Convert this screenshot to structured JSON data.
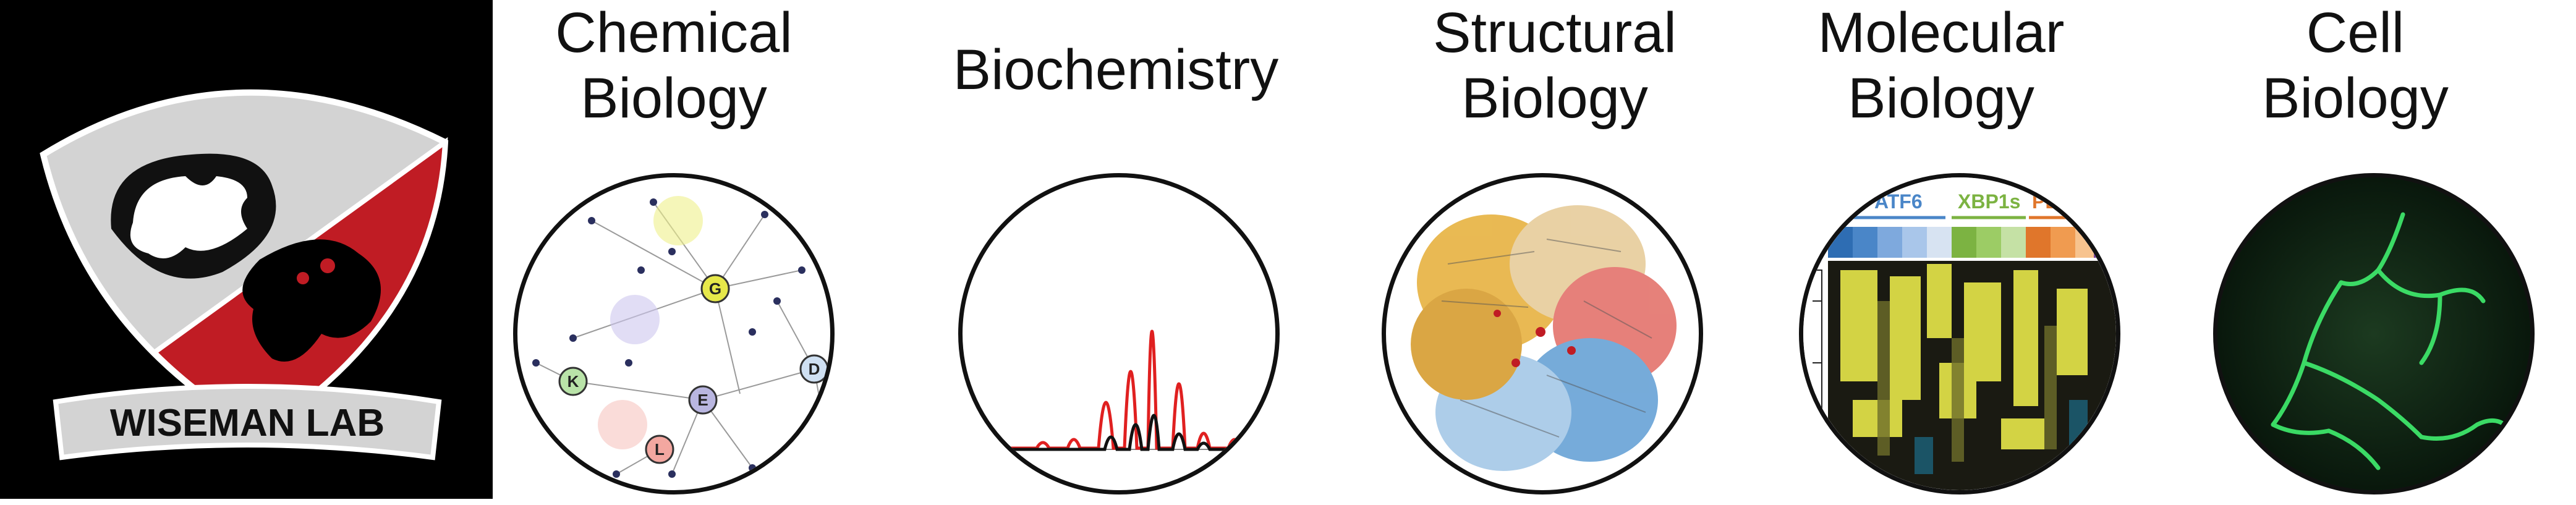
{
  "logo": {
    "banner_text": "WISEMAN LAB"
  },
  "sections": [
    {
      "title_lines": [
        "Chemical",
        "Biology"
      ]
    },
    {
      "title_lines": [
        "Biochemistry"
      ]
    },
    {
      "title_lines": [
        "Structural",
        "Biology"
      ]
    },
    {
      "title_lines": [
        "Molecular",
        "Biology"
      ]
    },
    {
      "title_lines": [
        "Cell",
        "Biology"
      ]
    }
  ],
  "chemical": {
    "node_labels": [
      "G",
      "K",
      "E",
      "L",
      "D"
    ]
  },
  "heatmap": {
    "groups": [
      "ATF6",
      "XBP1s",
      "PERK"
    ],
    "group_colors": [
      "#4a86c8",
      "#7cb342",
      "#e0762b"
    ]
  },
  "colors": {
    "logo_shield": "#d3d3d3",
    "logo_red": "#c01c24",
    "trace_red": "#e02020",
    "trace_black": "#111111",
    "cell_green": "#3ee56a"
  }
}
